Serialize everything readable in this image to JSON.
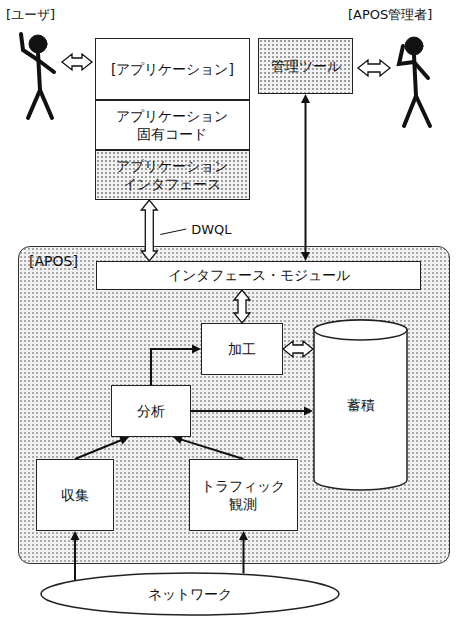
{
  "diagram": {
    "nodes": [
      {
        "text": [
          "[アプリケーション]"
        ]
      },
      {
        "text": [
          "アプリケーション 固有コード"
        ]
      },
      {
        "text": [
          "アプリケーション インタフェース"
        ]
      },
      {
        "text": [
          "管理ツール"
        ]
      },
      {
        "text": [
          "[APOS]"
        ]
      },
      {
        "text": [
          "インタフェース・モジュール"
        ],
        "in": 4
      },
      {
        "text": [
          "加工"
        ],
        "in": 4
      },
      {
        "text": [
          "蓄積"
        ],
        "in": 4
      },
      {
        "text": [
          "分析"
        ],
        "in": 4
      },
      {
        "text": [
          "収集"
        ],
        "in": 4
      },
      {
        "text": [
          "トラフィック 観測"
        ],
        "in": 4
      },
      {
        "text": [
          "ネットワーク"
        ]
      }
    ],
    "edges": [
      {
        "from": 2,
        "to": 5,
        "arrow": "both",
        "label": "DWQL"
      },
      {
        "from": 3,
        "to": 5,
        "arrow": "both"
      },
      {
        "from": 5,
        "to": 6,
        "arrow": "both"
      },
      {
        "from": 6,
        "to": 7,
        "arrow": "both"
      },
      {
        "from": 8,
        "to": 6,
        "arrow": "to"
      },
      {
        "from": 8,
        "to": 7,
        "arrow": "to"
      },
      {
        "from": 9,
        "to": 8,
        "arrow": "to"
      },
      {
        "from": 10,
        "to": 8,
        "arrow": "to"
      },
      {
        "from": 11,
        "to": 9,
        "arrow": "to"
      },
      {
        "from": 11,
        "to": 10,
        "arrow": "to"
      }
    ],
    "labels": [
      "[ユーザ]",
      "[APOS管理者]"
    ]
  }
}
